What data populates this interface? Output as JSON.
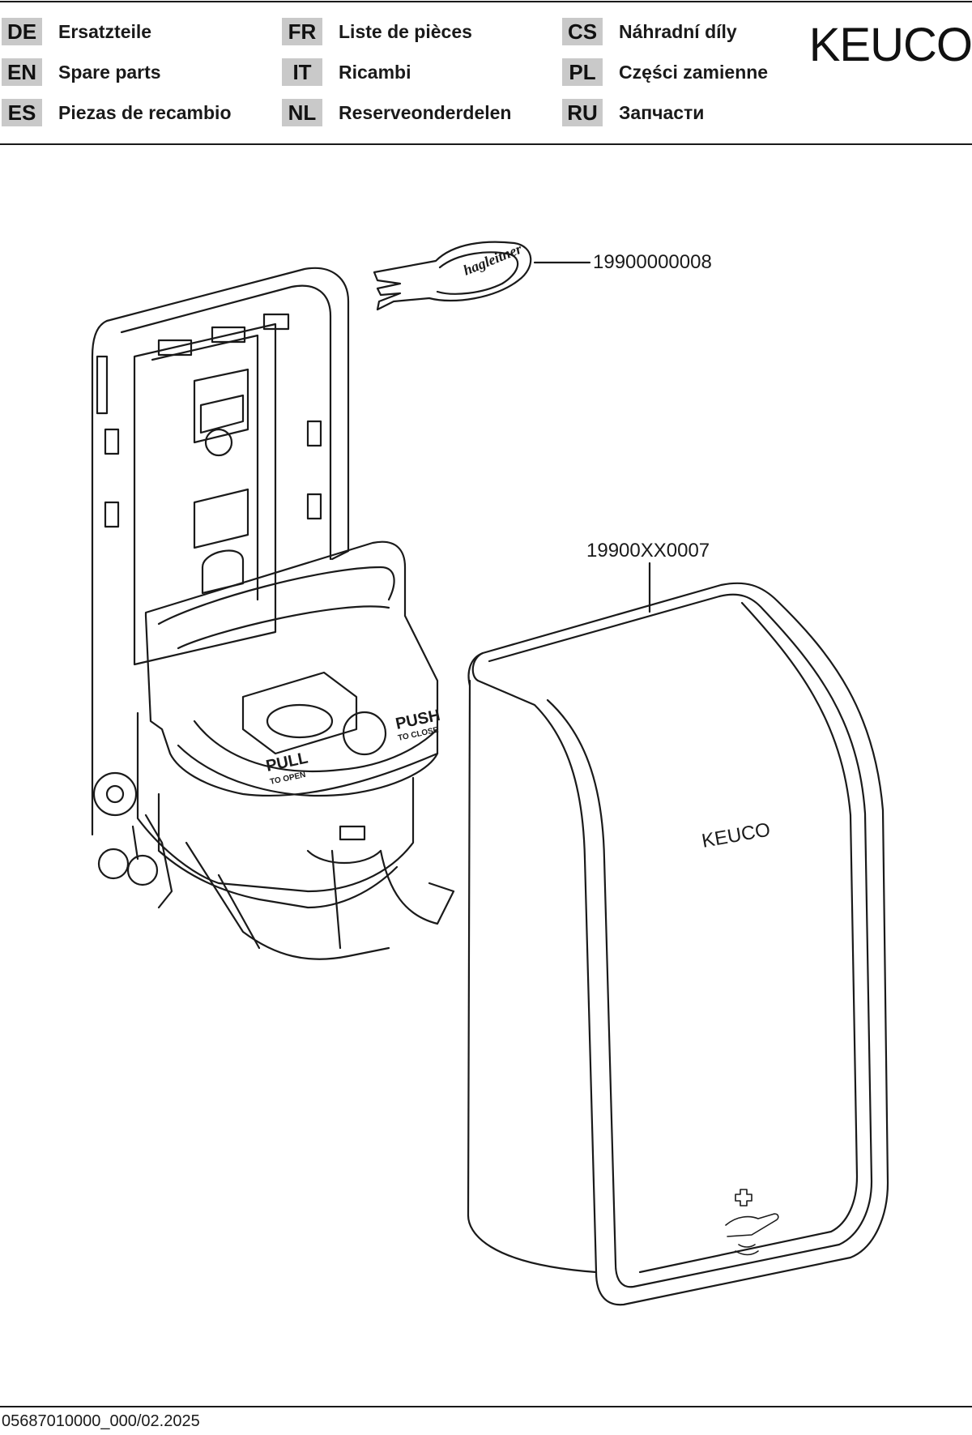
{
  "header": {
    "languages": [
      {
        "code": "DE",
        "label": "Ersatzteile"
      },
      {
        "code": "EN",
        "label": "Spare parts"
      },
      {
        "code": "ES",
        "label": "Piezas de recambio"
      },
      {
        "code": "FR",
        "label": "Liste de pièces"
      },
      {
        "code": "IT",
        "label": "Ricambi"
      },
      {
        "code": "NL",
        "label": "Reserveonderdelen"
      },
      {
        "code": "CS",
        "label": "Náhradní díly"
      },
      {
        "code": "PL",
        "label": "Części zamienne"
      },
      {
        "code": "RU",
        "label": "Запчасти"
      }
    ],
    "brand": "KEUCO"
  },
  "parts": {
    "key": {
      "number": "19900000008",
      "imprint": "hagleitner"
    },
    "cover": {
      "number": "19900XX0007",
      "brand": "KEUCO"
    },
    "dispenser": {
      "pull": "PULL",
      "pull_sub": "TO OPEN",
      "push": "PUSH",
      "push_sub": "TO CLOSE"
    }
  },
  "footer": {
    "doc_number": "05687010000_000/02.2025"
  }
}
